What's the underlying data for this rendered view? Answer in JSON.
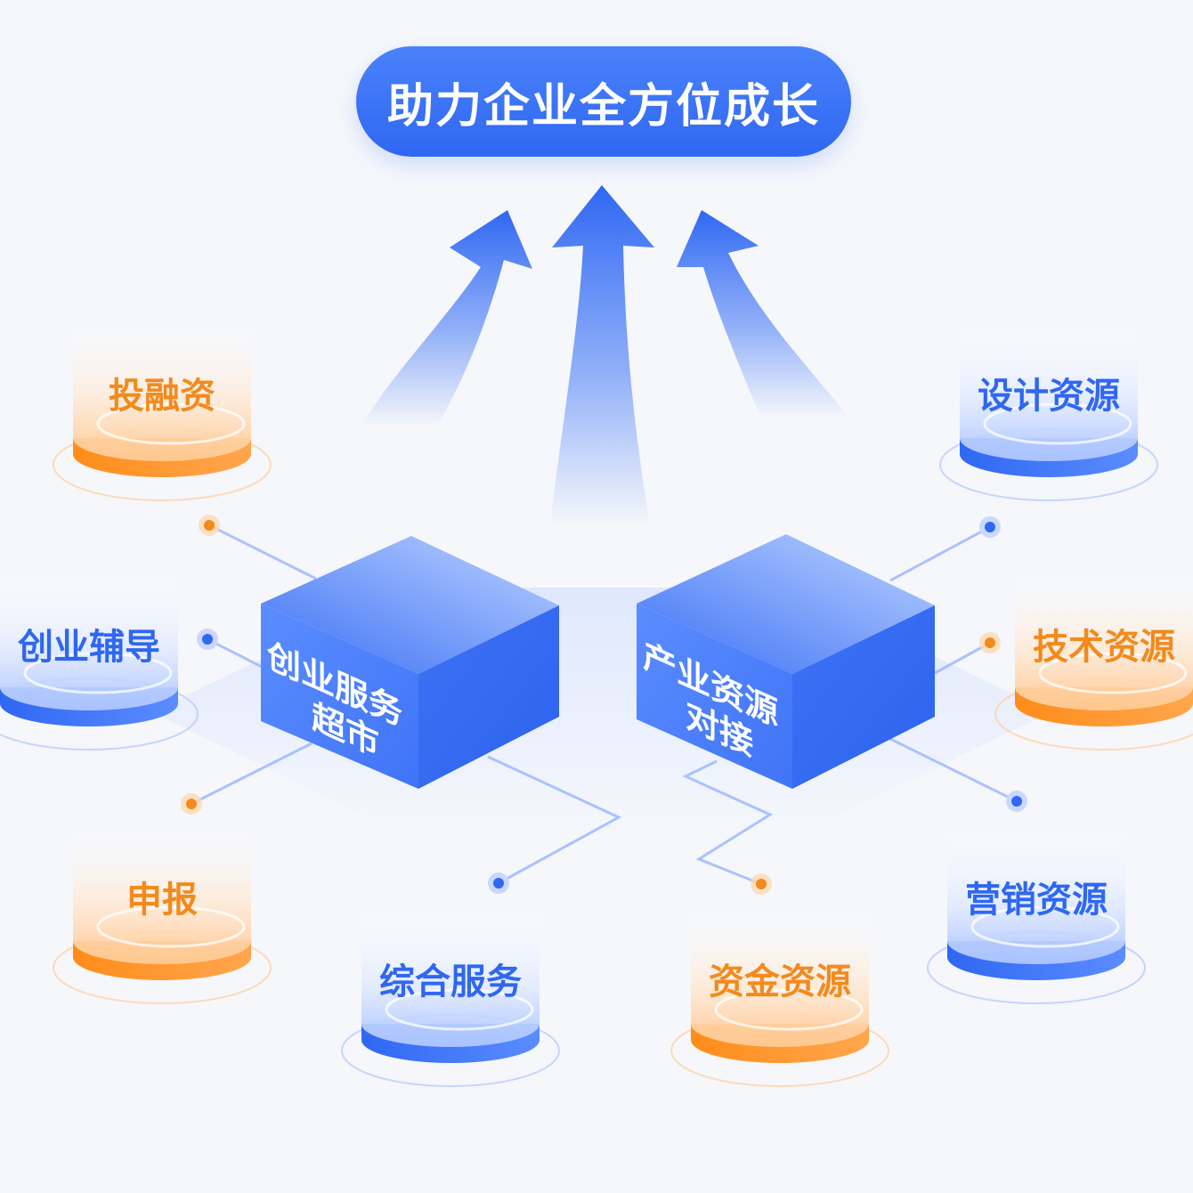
{
  "title": "助力企业全方位成长",
  "center": {
    "left_box": {
      "line1": "创业服务",
      "line2": "超市"
    },
    "right_box": {
      "line1": "产业资源",
      "line2": "对接"
    }
  },
  "pods": {
    "p1": "投融资",
    "p2": "创业辅导",
    "p3": "申报",
    "p4": "综合服务",
    "p5": "资金资源",
    "p6": "营销资源",
    "p7": "技术资源",
    "p8": "设计资源"
  },
  "colors": {
    "blue": "#2f67f2",
    "orange": "#f28a1e",
    "background": "#f5f7fb"
  }
}
